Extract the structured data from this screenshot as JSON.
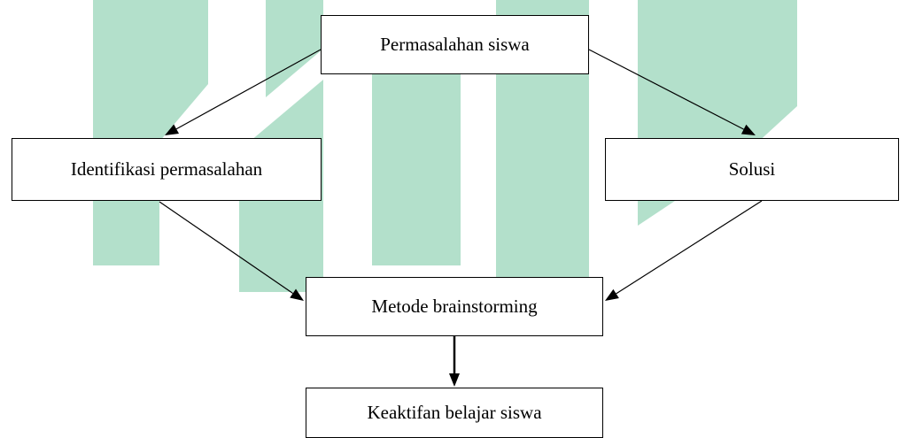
{
  "colors": {
    "watermark": "#b3e0cb",
    "stroke": "#000000",
    "box_fill": "#ffffff"
  },
  "watermark": {
    "kind": "logo-shapes",
    "label": ""
  },
  "nodes": {
    "permasalahan_siswa": "Permasalahan siswa",
    "identifikasi_permasalahan": "Identifikasi permasalahan",
    "solusi": "Solusi",
    "metode_brainstorming": "Metode brainstorming",
    "keaktifan_belajar_siswa": "Keaktifan belajar siswa"
  },
  "edges": [
    {
      "from": "permasalahan_siswa",
      "to": "identifikasi_permasalahan"
    },
    {
      "from": "permasalahan_siswa",
      "to": "solusi"
    },
    {
      "from": "identifikasi_permasalahan",
      "to": "metode_brainstorming"
    },
    {
      "from": "solusi",
      "to": "metode_brainstorming"
    },
    {
      "from": "metode_brainstorming",
      "to": "keaktifan_belajar_siswa"
    }
  ]
}
